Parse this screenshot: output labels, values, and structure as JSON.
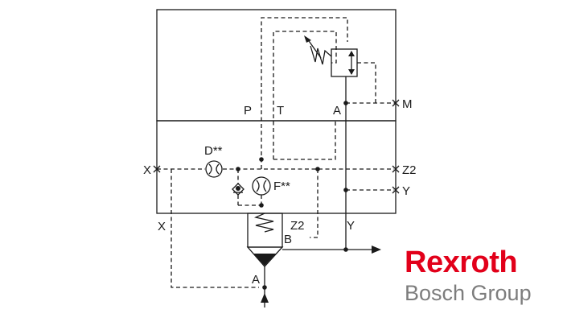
{
  "labels": {
    "p": "P",
    "t": "T",
    "a_top": "A",
    "m": "M",
    "d": "D**",
    "f": "F**",
    "x_left": "X",
    "z2_right": "Z2",
    "y_right": "Y",
    "x_bottom": "X",
    "z2_bottom": "Z2",
    "y_bottom": "Y",
    "b": "B",
    "a_bottom": "A"
  },
  "brand": {
    "name": "Rexroth",
    "group": "Bosch Group"
  },
  "colors": {
    "line": "#1a1a1a",
    "brand_red": "#e2001a",
    "brand_gray": "#7d7d7d"
  }
}
